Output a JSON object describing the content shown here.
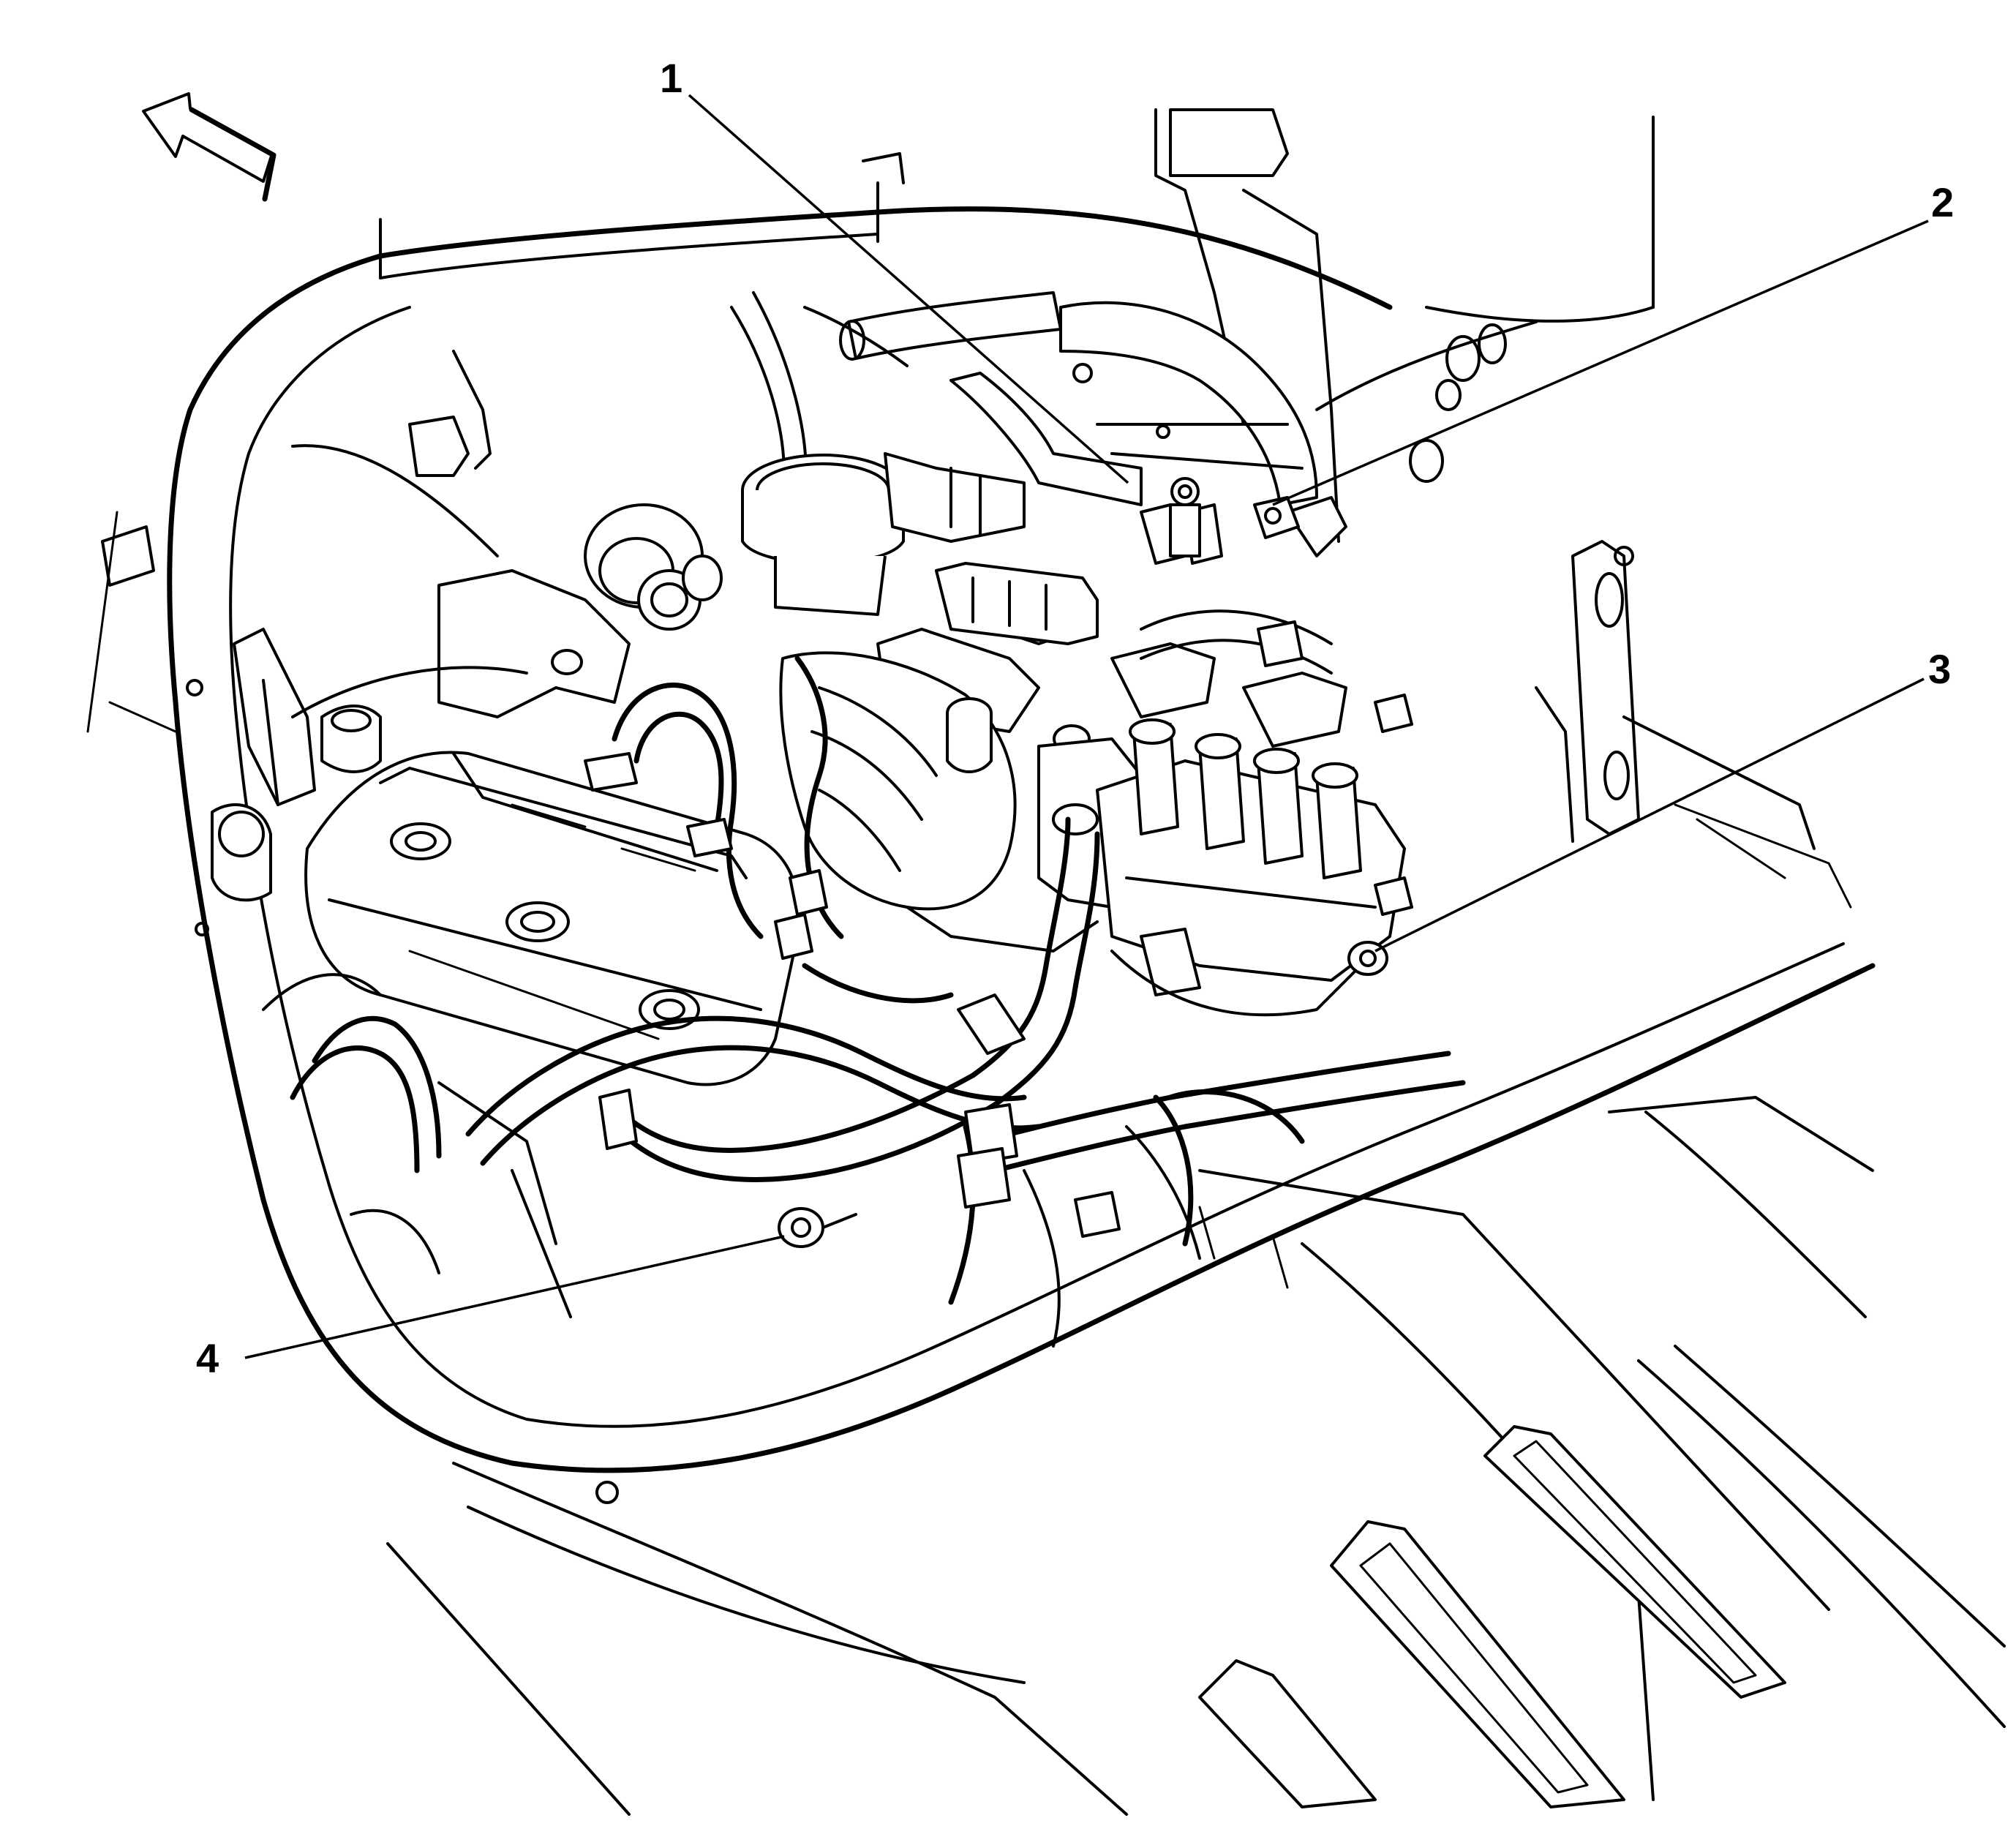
{
  "callouts": [
    {
      "label": "1"
    },
    {
      "label": "2"
    },
    {
      "label": "3"
    },
    {
      "label": "4"
    }
  ],
  "icons": {
    "direction_arrow": "front-direction-arrow-icon"
  },
  "colors": {
    "line": "#000000",
    "background": "#ffffff"
  }
}
